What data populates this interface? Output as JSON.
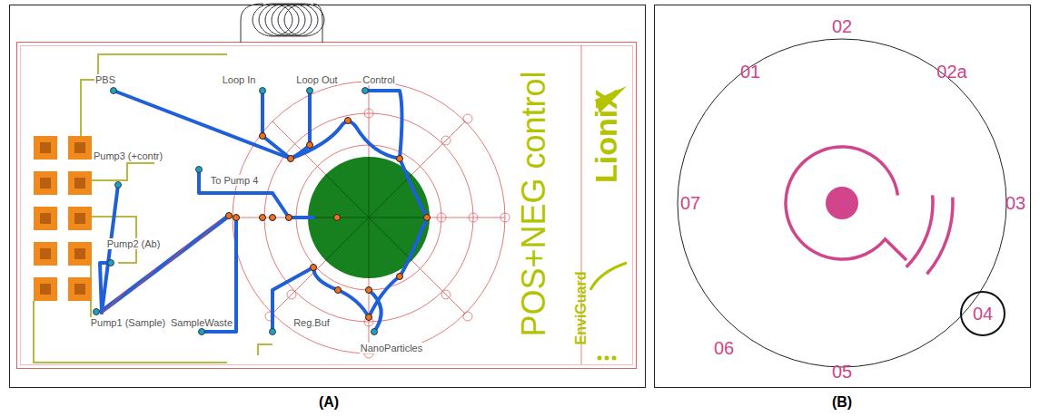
{
  "diagram": {
    "nodes": [
      {
        "text": [
          "04"
        ]
      }
    ],
    "labels": [
      "PBS",
      "Loop In",
      "Loop Out",
      "Control",
      "Pump3 (+contr)",
      "To Pump 4",
      "Pump2 (Ab)",
      "Pump1 (Sample)",
      "SampleWaste",
      "Reg.Buf",
      "NanoParticles",
      "POS+NEG control",
      "LioniX",
      "EnviGuard",
      "(A)",
      "01",
      "02",
      "02a",
      "07",
      "03",
      "06",
      "05",
      "(B)"
    ]
  }
}
